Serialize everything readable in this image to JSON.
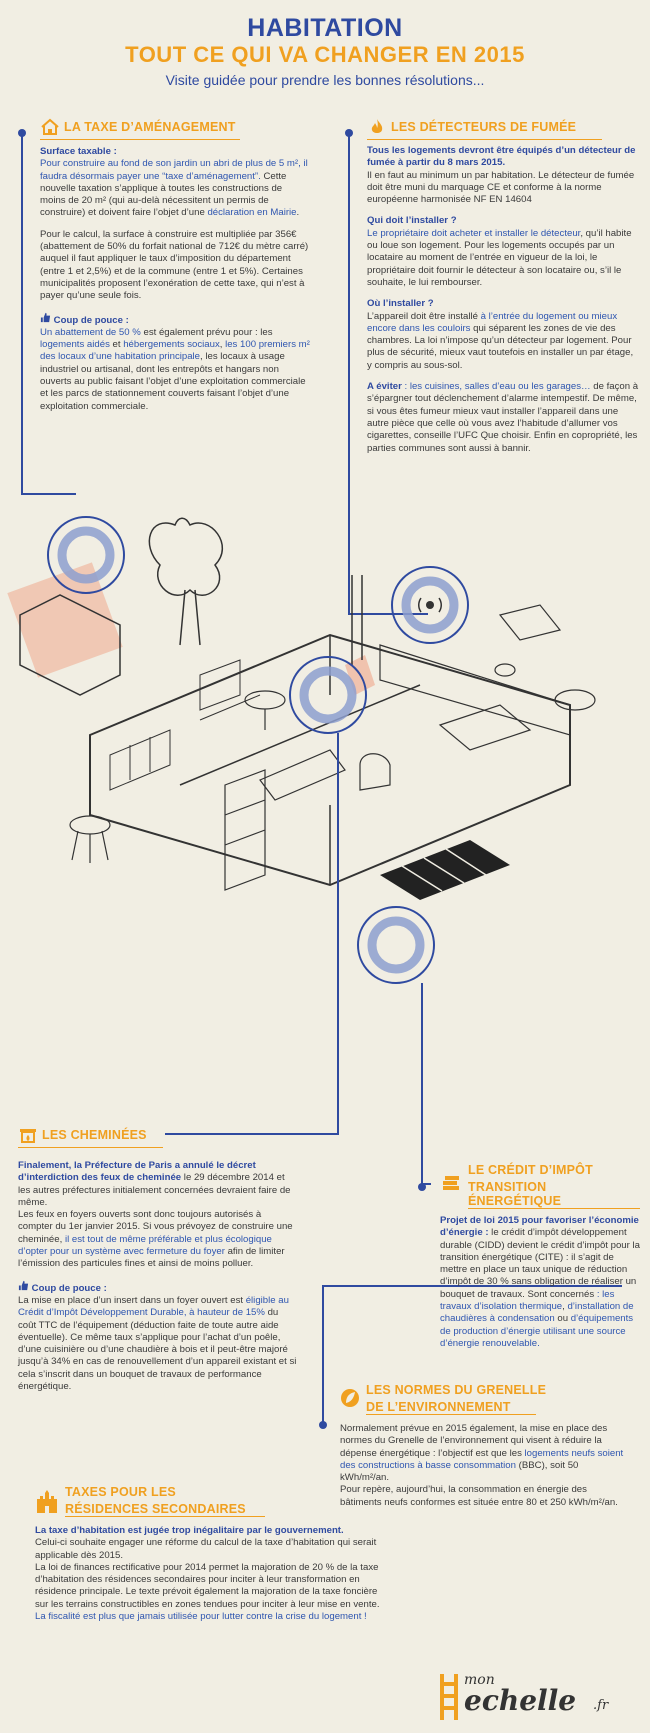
{
  "header": {
    "title": "HABITATION",
    "subtitle": "TOUT CE QUI VA CHANGER EN 2015",
    "tagline": "Visite guidée pour prendre les bonnes résolutions..."
  },
  "taxe_amenagement": {
    "title": "LA TAXE D’AMÉNAGEMENT",
    "h1": "Surface taxable :",
    "p1_blue": "Pour construire au fond de son jardin un abri de plus de 5 m², il faudra désormais payer une “taxe d’aménagement”.",
    "p1_rest": " Cette nouvelle taxation s’applique à toutes les constructions de moins de 20 m² (qui au-delà nécessitent un permis de construire) et doivent faire l’objet d’une ",
    "p1_link": "déclaration en Mairie",
    "p1_end": ".",
    "p2": "Pour le calcul, la surface à construire est multipliée par 356€ (abattement de 50% du forfait national de 712€ du mètre carré) auquel il faut appliquer le taux d’imposition du département (entre 1 et 2,5%) et de la commune (entre 1 et 5%). Certaines municipalités proposent l’exonération de cette taxe, qui n’est à payer qu’une seule fois.",
    "h2": "Coup de pouce :",
    "p3_blue1": "Un abattement de 50 %",
    "p3_a": " est également prévu pour : les ",
    "p3_blue2": "logements aidés",
    "p3_b": " et ",
    "p3_blue3": "hébergements sociaux",
    "p3_c": ", ",
    "p3_blue4": "les 100 premiers m² des locaux d’une habitation principale",
    "p3_d": ", les locaux à usage industriel ou artisanal, dont les entrepôts et hangars non ouverts au public faisant l’objet d’une exploitation commerciale et les parcs de stationnement couverts faisant l’objet d’une exploitation commerciale."
  },
  "detecteurs": {
    "title": "LES DÉTECTEURS DE FUMÉE",
    "h1": "Tous les logements devront être équipés d’un détecteur de fumée à partir du 8 mars 2015.",
    "p1": "Il en faut au minimum un par habitation. Le détecteur de fumée doit être muni du marquage CE et conforme à la norme européenne harmonisée NF EN 14604",
    "h2": "Qui doit l’installer ?",
    "p2_blue": "Le propriétaire doit acheter et installer le détecteur",
    "p2_rest": ", qu’il habite ou loue son logement. Pour les logements occupés par un locataire au moment de l’entrée en vigueur de la loi, le propriétaire doit fournir le détecteur à son locataire ou, s’il le souhaite, le lui rembourser.",
    "h3": "Où l’installer ?",
    "p3_a": "L’appareil doit être installé ",
    "p3_blue": "à l’entrée du logement ou mieux encore dans les couloirs",
    "p3_b": " qui séparent les zones de vie des chambres. La loi n’impose qu’un détecteur par logement. Pour plus de sécurité, mieux vaut toutefois en installer un par étage, y compris au sous-sol.",
    "h4": "A éviter",
    "p4_blue": " : les cuisines, salles d’eau ou les garages…",
    "p4_rest": " de façon à s’épargner tout déclenchement d’alarme intempestif. De même, si vous êtes fumeur mieux vaut installer l’appareil dans une autre pièce que celle où vous avez l’habitude d’allumer vos cigarettes, conseille l’UFC Que choisir. Enfin en copropriété, les parties communes sont aussi à bannir."
  },
  "cheminees": {
    "title": "LES CHEMINÉES",
    "h1": "Finalement, la Préfecture de Paris a annulé le décret d’interdiction des feux de cheminée",
    "p1_rest": " le 29 décembre 2014 et les autres préfectures initialement concernées devraient faire de même.",
    "p2_a": "Les feux en foyers ouverts sont donc toujours autorisés à compter du 1er janvier 2015. Si vous prévoyez de construire une cheminée, ",
    "p2_blue": "il est tout de même préférable et plus écologique d’opter pour un système avec fermeture du foyer",
    "p2_b": " afin de limiter l’émission des particules fines et ainsi de moins polluer.",
    "h2": "Coup de pouce :",
    "p3_a": "La mise en place d’un insert dans un foyer ouvert est ",
    "p3_blue": "éligible au Crédit d’Impôt Développement Durable, à hauteur de 15%",
    "p3_b": " du coût TTC de l’équipement (déduction faite de toute autre aide éventuelle). Ce même taux s’applique pour l’achat d’un poêle, d’une cuisinière ou d’une chaudière à bois et il peut-être majoré jusqu’à 34% en cas de renouvellement d’un appareil existant et si cela s’inscrit dans un bouquet de travaux de performance énergétique."
  },
  "credit_impot": {
    "title1": "LE CRÉDIT D’IMPÔT",
    "title2": "TRANSITION ÉNERGÉTIQUE",
    "h1": "Projet de loi 2015 pour favoriser l’économie d’énergie :",
    "p1_a": " le crédit d’impôt développement durable (CIDD) devient le crédit d’impôt pour la transition énergétique (CITE) :  il s’agit de mettre en place un taux unique de réduction d’impôt de 30 % sans obligation de réaliser un bouquet de travaux. Sont concernés ",
    "p1_blue1": ": les travaux d’isolation thermique",
    "p1_b": ", ",
    "p1_c": "d’installation de chaudières à condensation",
    "p1_d": " ou ",
    "p1_blue2": "d’équipements de production d’énergie utilisant une source d’énergie renouvelable."
  },
  "grenelle": {
    "title1": "LES NORMES DU GRENELLE",
    "title2": "DE L’ENVIRONNEMENT",
    "p1_a": "Normalement prévue en 2015 également, la mise en place des normes du Grenelle de l’environnement qui visent à réduire la dépense énergétique : l’objectif est que les ",
    "p1_blue": "logements neufs soient des constructions à basse consommation",
    "p1_b": " (BBC), soit 50 kWh/m²/an.",
    "p2": "Pour repère, aujourd’hui, la consommation en énergie des bâtiments neufs conformes est située entre 80 et 250 kWh/m²/an."
  },
  "residences": {
    "title1": "TAXES POUR LES",
    "title2": "RÉSIDENCES SECONDAIRES",
    "h1": "La taxe d’habitation est jugée trop inégalitaire par le gouvernement.",
    "p1": "Celui-ci souhaite engager une réforme du calcul de la taxe d’habitation qui serait applicable dès 2015.",
    "p2": "La loi de finances rectificative pour 2014 permet la majoration de 20 % de la taxe d’habitation des résidences secondaires pour inciter à leur transformation en résidence principale. Le texte prévoit également la majoration de la taxe foncière sur les terrains constructibles en zones tendues pour inciter à leur mise en vente.",
    "p3_blue": "La fiscalité est plus que jamais utilisée pour lutter contre la crise du logement !"
  },
  "logo": {
    "mon": "mon",
    "echelle": "echelle",
    "fr": ".fr"
  },
  "colors": {
    "blue": "#2f4aa0",
    "orange": "#f0a020",
    "salmon": "#f0b8a0",
    "bg": "#f1eee3"
  }
}
